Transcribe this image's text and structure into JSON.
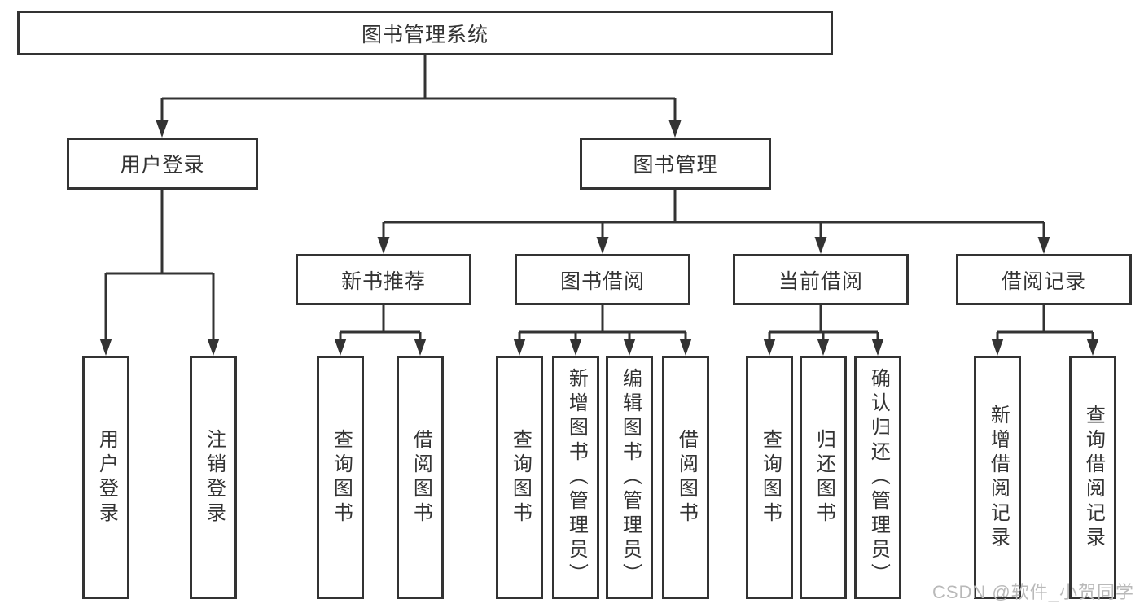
{
  "diagram": {
    "root": {
      "label": "图书管理系统"
    },
    "level2": [
      {
        "label": "用户登录",
        "children": [
          {
            "label": "用户登录"
          },
          {
            "label": "注销登录"
          }
        ]
      },
      {
        "label": "图书管理",
        "groups": [
          {
            "label": "新书推荐",
            "children": [
              {
                "label": "查询图书"
              },
              {
                "label": "借阅图书"
              }
            ]
          },
          {
            "label": "图书借阅",
            "children": [
              {
                "label": "查询图书"
              },
              {
                "label": "新增图书（管理员）"
              },
              {
                "label": "编辑图书（管理员）"
              },
              {
                "label": "借阅图书"
              }
            ]
          },
          {
            "label": "当前借阅",
            "children": [
              {
                "label": "查询图书"
              },
              {
                "label": "归还图书"
              },
              {
                "label": "确认归还（管理员）"
              }
            ]
          },
          {
            "label": "借阅记录",
            "children": [
              {
                "label": "新增借阅记录"
              },
              {
                "label": "查询借阅记录"
              }
            ]
          }
        ]
      }
    ]
  },
  "watermark": {
    "text": "CSDN @软件_小贺同学"
  },
  "colors": {
    "line": "#333333",
    "text": "#333333",
    "watermark": "#b9b9b9",
    "background": "#ffffff"
  }
}
